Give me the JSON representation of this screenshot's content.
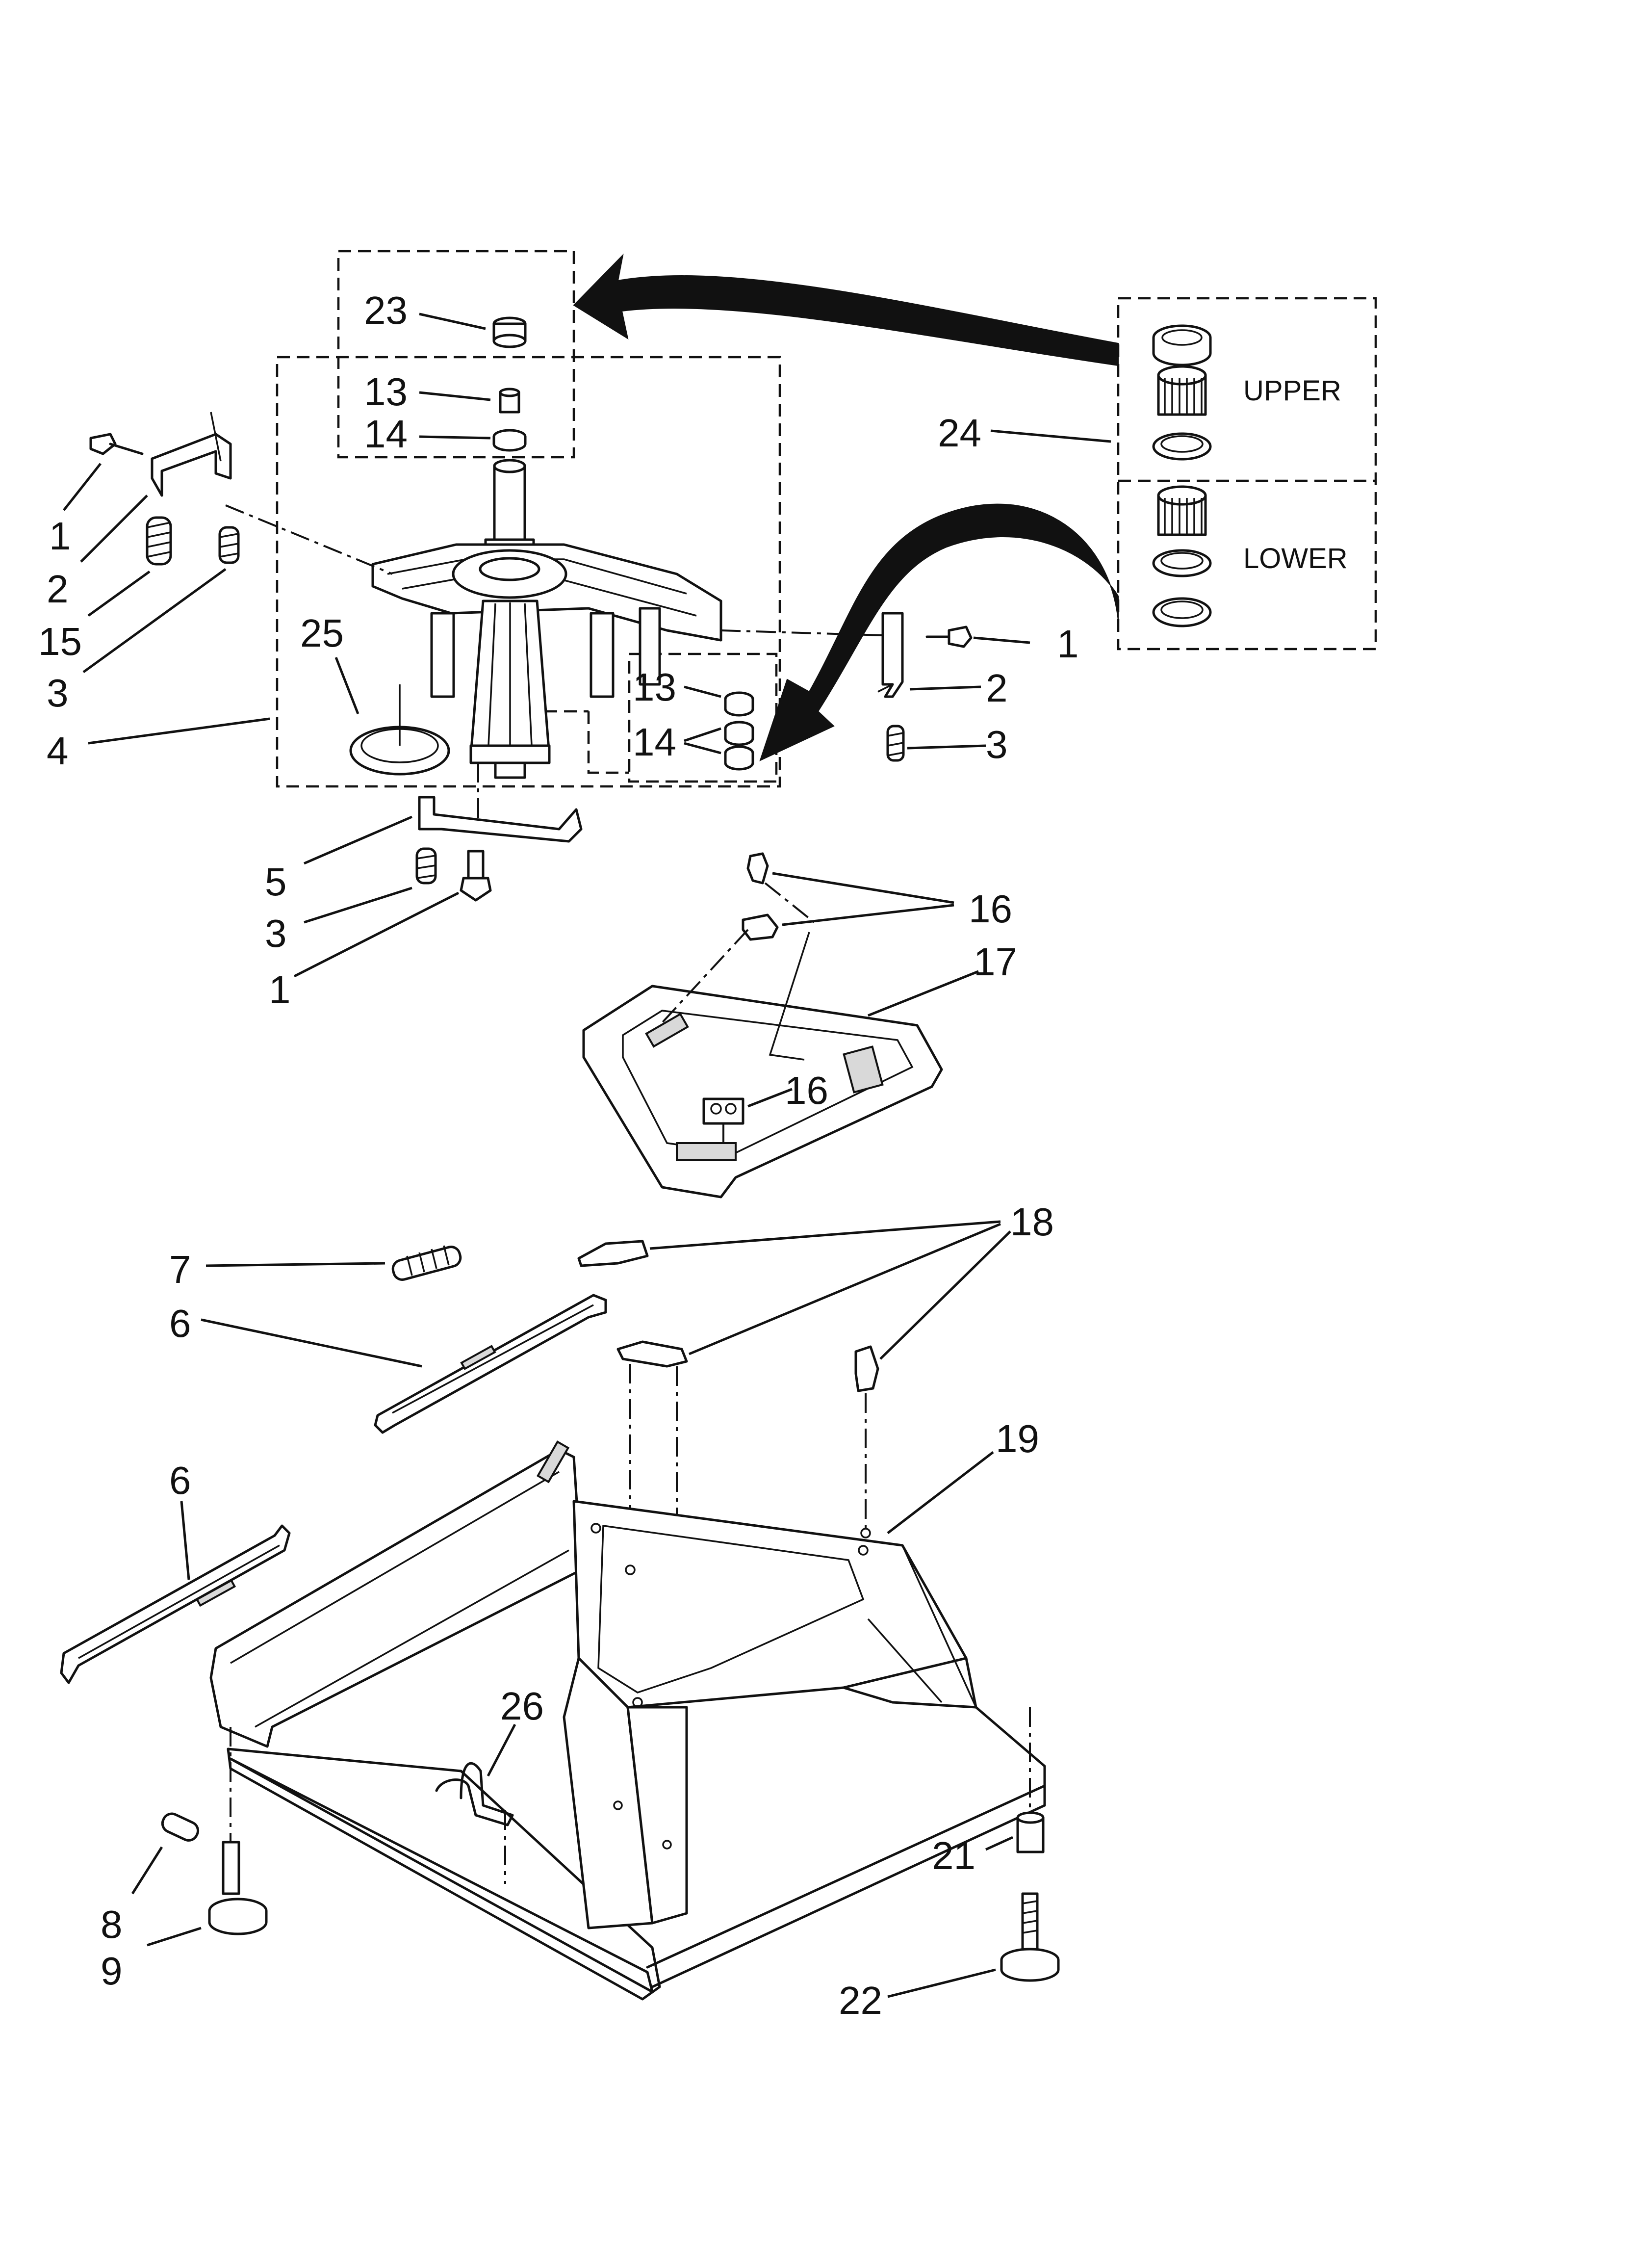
{
  "callouts": [
    {
      "id": "c23",
      "text": "23"
    },
    {
      "id": "c13a",
      "text": "13"
    },
    {
      "id": "c14a",
      "text": "14"
    },
    {
      "id": "c1a",
      "text": "1"
    },
    {
      "id": "c2a",
      "text": "2"
    },
    {
      "id": "c15",
      "text": "15"
    },
    {
      "id": "c3a",
      "text": "3"
    },
    {
      "id": "c25",
      "text": "25"
    },
    {
      "id": "c4",
      "text": "4"
    },
    {
      "id": "c13b",
      "text": "13"
    },
    {
      "id": "c14b",
      "text": "14"
    },
    {
      "id": "c1b",
      "text": "1"
    },
    {
      "id": "c2b",
      "text": "2"
    },
    {
      "id": "c3b",
      "text": "3"
    },
    {
      "id": "c24",
      "text": "24"
    },
    {
      "id": "c5",
      "text": "5"
    },
    {
      "id": "c3c",
      "text": "3"
    },
    {
      "id": "c1c",
      "text": "1"
    },
    {
      "id": "c16a",
      "text": "16"
    },
    {
      "id": "c17",
      "text": "17"
    },
    {
      "id": "c16b",
      "text": "16"
    },
    {
      "id": "c18",
      "text": "18"
    },
    {
      "id": "c7",
      "text": "7"
    },
    {
      "id": "c6a",
      "text": "6"
    },
    {
      "id": "c19",
      "text": "19"
    },
    {
      "id": "c6b",
      "text": "6"
    },
    {
      "id": "c26",
      "text": "26"
    },
    {
      "id": "c21",
      "text": "21"
    },
    {
      "id": "c8",
      "text": "8"
    },
    {
      "id": "c9",
      "text": "9"
    },
    {
      "id": "c22",
      "text": "22"
    }
  ],
  "kit_labels": {
    "upper": "UPPER",
    "lower": "LOWER"
  },
  "icons": {
    "bushing": "bushing-icon",
    "spring": "spring-icon",
    "screw": "screw-icon",
    "gear": "gear-icon"
  }
}
